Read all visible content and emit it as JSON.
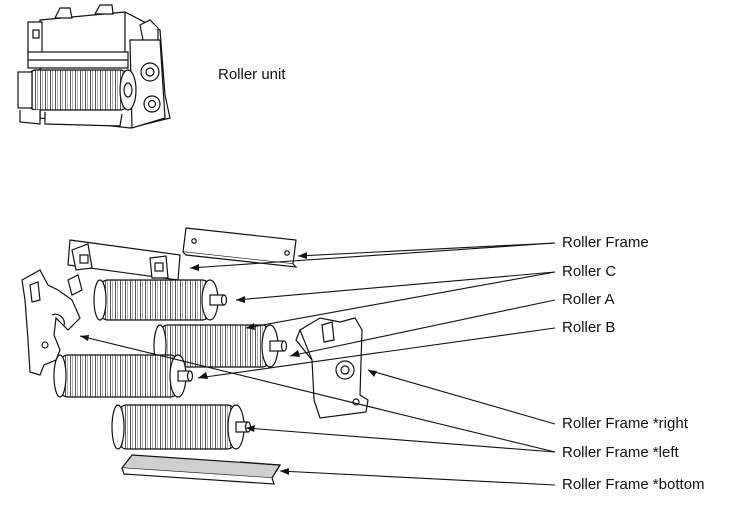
{
  "top_label": "Roller unit",
  "callouts": [
    "Roller Frame",
    "Roller C",
    "Roller A",
    "Roller B",
    "Roller Frame *right",
    "Roller Frame *left",
    "Roller Frame *bottom"
  ],
  "colors": {
    "line": "#111111",
    "fill": "#ffffff",
    "shade": "#cfcfcf"
  }
}
